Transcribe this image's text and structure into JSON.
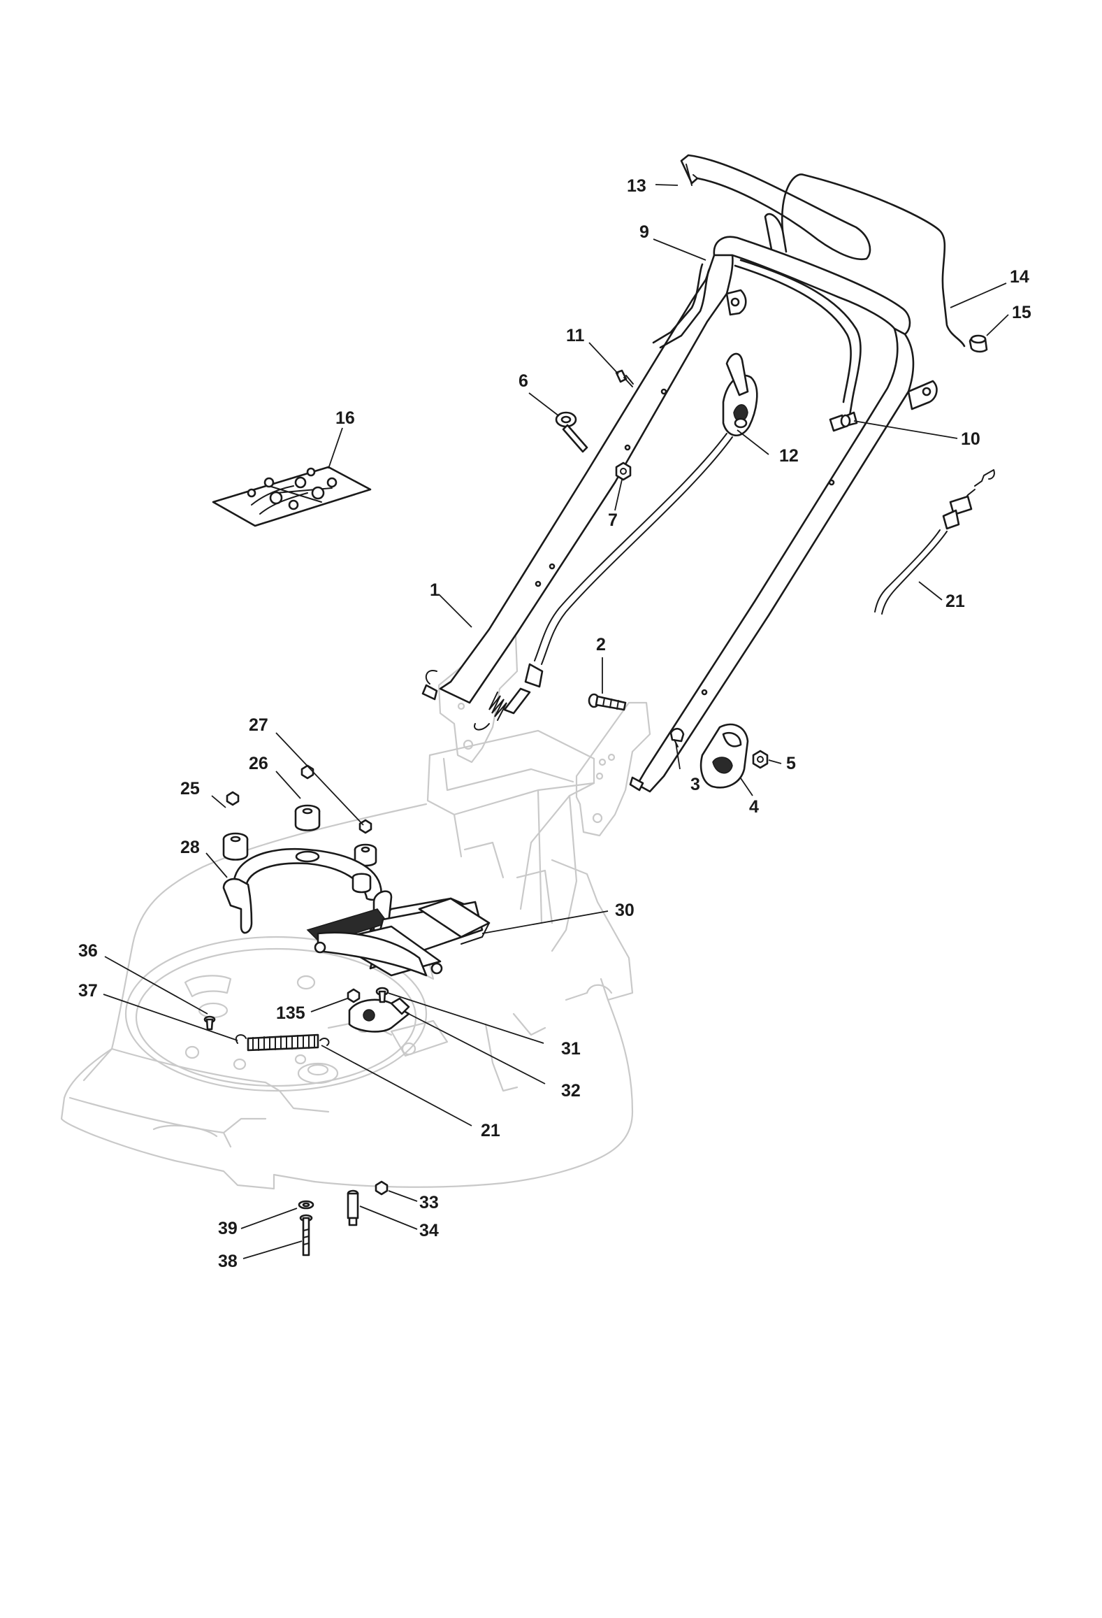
{
  "callouts": [
    {
      "id": "c13",
      "text": "13"
    },
    {
      "id": "c9",
      "text": "9"
    },
    {
      "id": "c14",
      "text": "14"
    },
    {
      "id": "c15",
      "text": "15"
    },
    {
      "id": "c11",
      "text": "11"
    },
    {
      "id": "c6",
      "text": "6"
    },
    {
      "id": "c16",
      "text": "16"
    },
    {
      "id": "c10",
      "text": "10"
    },
    {
      "id": "c12",
      "text": "12"
    },
    {
      "id": "c7",
      "text": "7"
    },
    {
      "id": "c21a",
      "text": "21"
    },
    {
      "id": "c1",
      "text": "1"
    },
    {
      "id": "c2",
      "text": "2"
    },
    {
      "id": "c27",
      "text": "27"
    },
    {
      "id": "c26",
      "text": "26"
    },
    {
      "id": "c25",
      "text": "25"
    },
    {
      "id": "c3",
      "text": "3"
    },
    {
      "id": "c5",
      "text": "5"
    },
    {
      "id": "c4",
      "text": "4"
    },
    {
      "id": "c28",
      "text": "28"
    },
    {
      "id": "c30",
      "text": "30"
    },
    {
      "id": "c36",
      "text": "36"
    },
    {
      "id": "c37",
      "text": "37"
    },
    {
      "id": "c135",
      "text": "135"
    },
    {
      "id": "c31",
      "text": "31"
    },
    {
      "id": "c32",
      "text": "32"
    },
    {
      "id": "c21b",
      "text": "21"
    },
    {
      "id": "c33",
      "text": "33"
    },
    {
      "id": "c39",
      "text": "39"
    },
    {
      "id": "c34",
      "text": "34"
    },
    {
      "id": "c38",
      "text": "38"
    }
  ]
}
